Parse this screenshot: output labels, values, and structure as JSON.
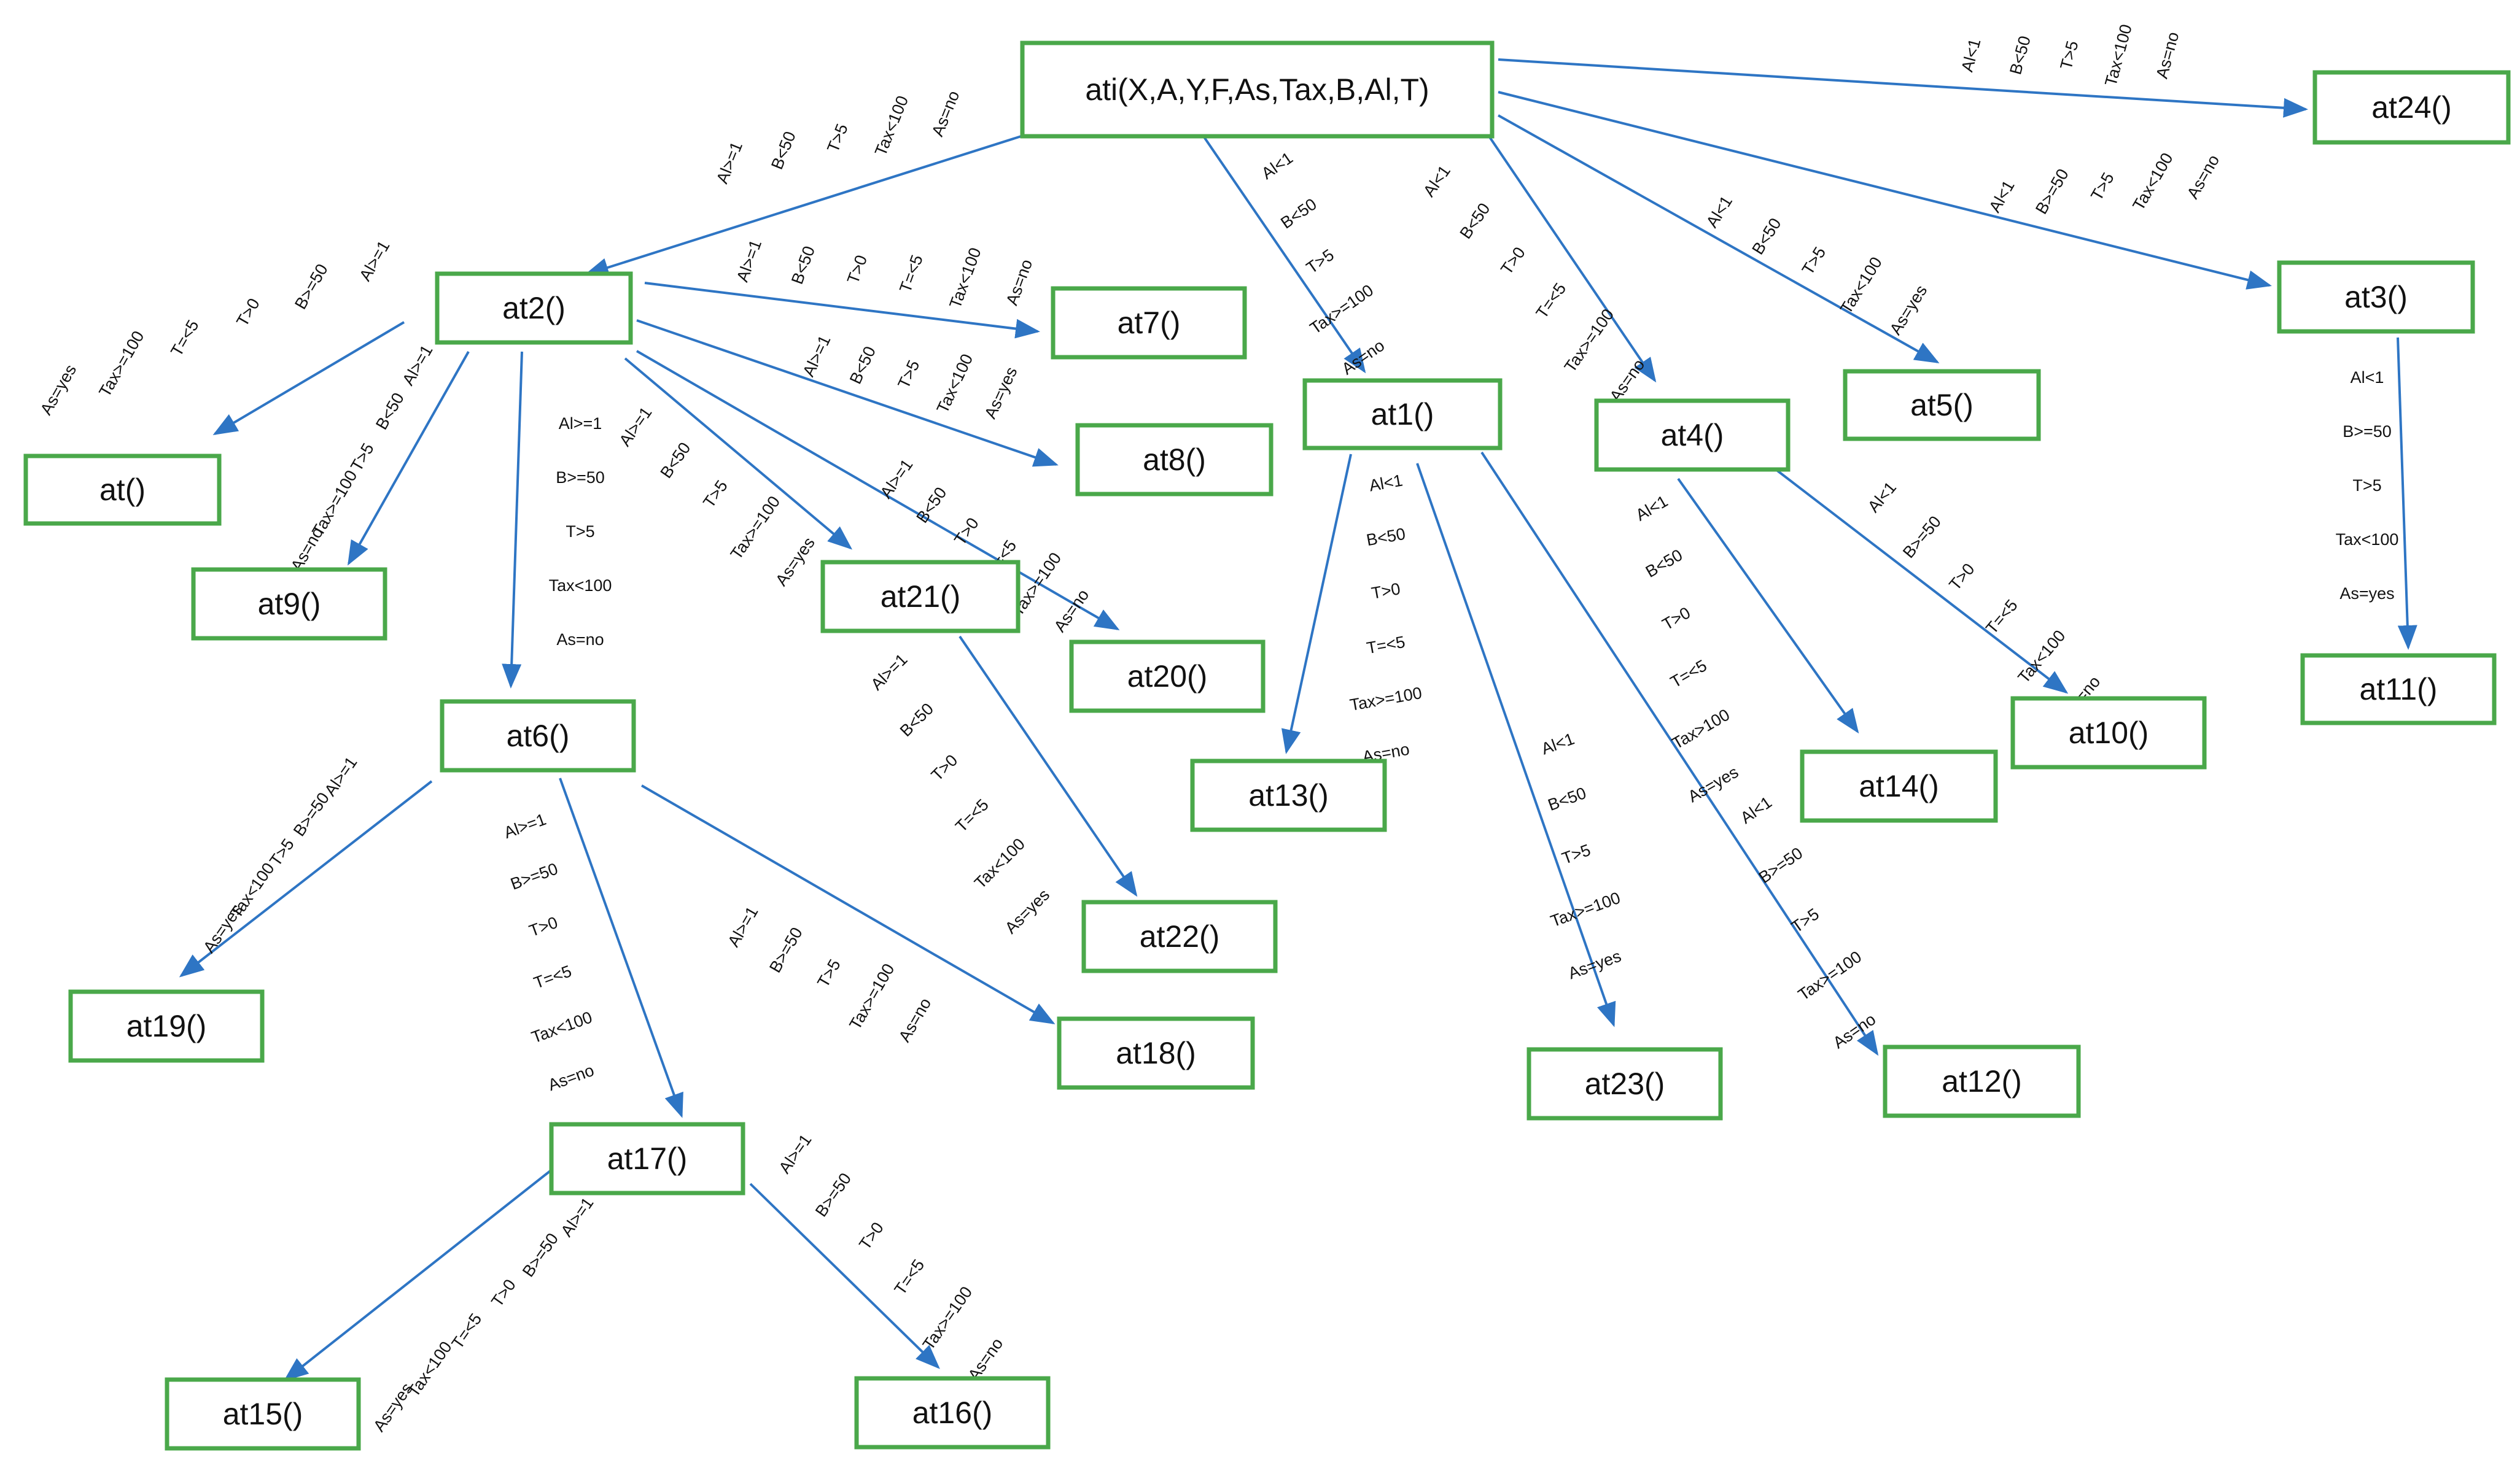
{
  "colors": {
    "node_border": "#4aa84a",
    "edge": "#2e75c4",
    "text": "#111111"
  },
  "nodes": {
    "ati": "ati(X,A,Y,F,As,Tax,B,Al,T)",
    "at": "at()",
    "at1": "at1()",
    "at2": "at2()",
    "at3": "at3()",
    "at4": "at4()",
    "at5": "at5()",
    "at6": "at6()",
    "at7": "at7()",
    "at8": "at8()",
    "at9": "at9()",
    "at10": "at10()",
    "at11": "at11()",
    "at12": "at12()",
    "at13": "at13()",
    "at14": "at14()",
    "at15": "at15()",
    "at16": "at16()",
    "at17": "at17()",
    "at18": "at18()",
    "at19": "at19()",
    "at20": "at20()",
    "at21": "at21()",
    "at22": "at22()",
    "at23": "at23()",
    "at24": "at24()"
  },
  "edges": [
    {
      "from": "ati",
      "to": "at24",
      "conditions": [
        "Al<1",
        "B<50",
        "T>5",
        "Tax<100",
        "As=no"
      ]
    },
    {
      "from": "ati",
      "to": "at3",
      "conditions": [
        "Al<1",
        "B>=50",
        "T>5",
        "Tax<100",
        "As=no"
      ]
    },
    {
      "from": "ati",
      "to": "at5",
      "conditions": [
        "Al<1",
        "B<50",
        "T>5",
        "Tax<100",
        "As=yes"
      ]
    },
    {
      "from": "ati",
      "to": "at4",
      "conditions": [
        "Al<1",
        "B<50",
        "T>0",
        "T=<5",
        "Tax>=100",
        "As=no"
      ]
    },
    {
      "from": "ati",
      "to": "at1",
      "conditions": [
        "Al<1",
        "B<50",
        "T>5",
        "Tax>=100",
        "As=no"
      ]
    },
    {
      "from": "ati",
      "to": "at2",
      "conditions": [
        "Al>=1",
        "B<50",
        "T>5",
        "Tax<100",
        "As=no"
      ]
    },
    {
      "from": "at2",
      "to": "at",
      "conditions": [
        "Al>=1",
        "B>=50",
        "T>0",
        "T=<5",
        "Tax>=100",
        "As=yes"
      ]
    },
    {
      "from": "at2",
      "to": "at9",
      "conditions": [
        "Al>=1",
        "B<50",
        "T>5",
        "Tax>=100",
        "As=no"
      ]
    },
    {
      "from": "at2",
      "to": "at6",
      "conditions": [
        "Al>=1",
        "B>=50",
        "T>5",
        "Tax<100",
        "As=no"
      ]
    },
    {
      "from": "at2",
      "to": "at21",
      "conditions": [
        "Al>=1",
        "B<50",
        "T>5",
        "Tax>=100",
        "As=yes"
      ]
    },
    {
      "from": "at2",
      "to": "at20",
      "conditions": [
        "Al>=1",
        "B<50",
        "T>0",
        "T=<5",
        "Tax>=100",
        "As=no"
      ]
    },
    {
      "from": "at2",
      "to": "at8",
      "conditions": [
        "Al>=1",
        "B<50",
        "T>5",
        "Tax<100",
        "As=yes"
      ]
    },
    {
      "from": "at2",
      "to": "at7",
      "conditions": [
        "Al>=1",
        "B<50",
        "T>0",
        "T=<5",
        "Tax<100",
        "As=no"
      ]
    },
    {
      "from": "at21",
      "to": "at22",
      "conditions": [
        "Al>=1",
        "B<50",
        "T>0",
        "T=<5",
        "Tax<100",
        "As=yes"
      ]
    },
    {
      "from": "at6",
      "to": "at19",
      "conditions": [
        "Al>=1",
        "B>=50",
        "T>5",
        "Tax<100",
        "As=yes"
      ]
    },
    {
      "from": "at6",
      "to": "at17",
      "conditions": [
        "Al>=1",
        "B>=50",
        "T>0",
        "T=<5",
        "Tax<100",
        "As=no"
      ]
    },
    {
      "from": "at6",
      "to": "at18",
      "conditions": [
        "Al>=1",
        "B>=50",
        "T>5",
        "Tax>=100",
        "As=no"
      ]
    },
    {
      "from": "at17",
      "to": "at15",
      "conditions": [
        "Al>=1",
        "B>=50",
        "T>0",
        "T=<5",
        "Tax<100",
        "As=yes"
      ]
    },
    {
      "from": "at17",
      "to": "at16",
      "conditions": [
        "Al>=1",
        "B>=50",
        "T>0",
        "T=<5",
        "Tax>=100",
        "As=no"
      ]
    },
    {
      "from": "at1",
      "to": "at13",
      "conditions": [
        "Al<1",
        "B<50",
        "T>0",
        "T=<5",
        "Tax>=100",
        "As=no"
      ]
    },
    {
      "from": "at1",
      "to": "at23",
      "conditions": [
        "Al<1",
        "B<50",
        "T>5",
        "Tax>=100",
        "As=yes"
      ]
    },
    {
      "from": "at1",
      "to": "at12",
      "conditions": [
        "Al<1",
        "B>=50",
        "T>5",
        "Tax>=100",
        "As=no"
      ]
    },
    {
      "from": "at4",
      "to": "at14",
      "conditions": [
        "Al<1",
        "B<50",
        "T>0",
        "T=<5",
        "Tax>100",
        "As=yes"
      ]
    },
    {
      "from": "at4",
      "to": "at10",
      "conditions": [
        "Al<1",
        "B>=50",
        "T>0",
        "T=<5",
        "Tax<100",
        "As=no"
      ]
    },
    {
      "from": "at3",
      "to": "at11",
      "conditions": [
        "Al<1",
        "B>=50",
        "T>5",
        "Tax<100",
        "As=yes"
      ]
    }
  ]
}
